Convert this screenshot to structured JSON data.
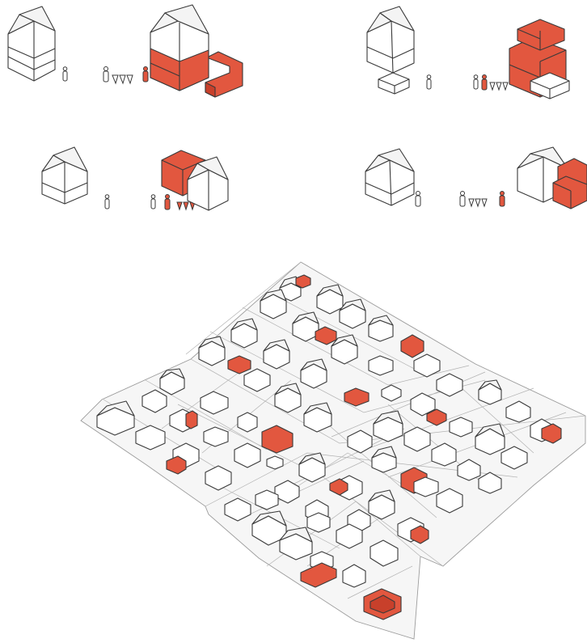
{
  "colors": {
    "background": "#ffffff",
    "addition": "#e2573f",
    "outline": "#3a3a3a",
    "ground": "#f6f6f6"
  },
  "scenarios": [
    {
      "id": "stacked-with-annex",
      "persons_before": 1,
      "persons_after": 5,
      "new_persons": 1
    },
    {
      "id": "stacked-boxes",
      "persons_before": 1,
      "persons_after": 5,
      "new_persons": 1
    },
    {
      "id": "side-block",
      "persons_before": 1,
      "persons_after": 5,
      "new_persons": 1
    },
    {
      "id": "stepped-block",
      "persons_before": 1,
      "persons_after": 5,
      "new_persons": 1
    }
  ],
  "neighborhood": {
    "description_visible": false
  }
}
